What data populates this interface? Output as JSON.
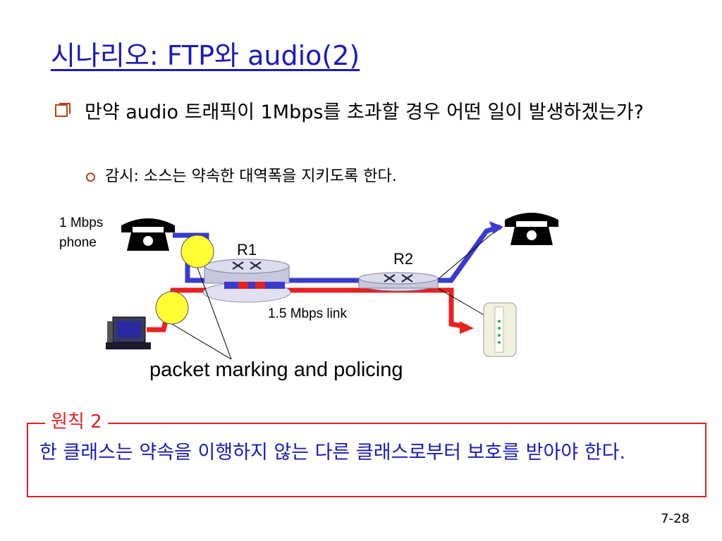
{
  "title": "시나리오: FTP와 audio(2)",
  "bullets": {
    "main": "만약 audio 트래픽이 1Mbps를 초과할 경우 어떤 일이 발생하겠는가?",
    "sub": "감시: 소스는 약속한 대역폭을 지키도록 한다."
  },
  "diagram": {
    "phone_label_line1": "1 Mbps",
    "phone_label_line2": "phone",
    "router1": "R1",
    "router2": "R2",
    "link_label": "1.5 Mbps link",
    "marking_label": "packet marking and policing",
    "colors": {
      "audio_path": "#3a3acf",
      "ftp_path": "#e82020",
      "marker": "#ffff33"
    }
  },
  "principle": {
    "label": "원칙 2",
    "text": "한 클래스는 약속을 이행하지 않는 다른 클래스로부터 보호를 받아야 한다."
  },
  "page_number": "7-28"
}
